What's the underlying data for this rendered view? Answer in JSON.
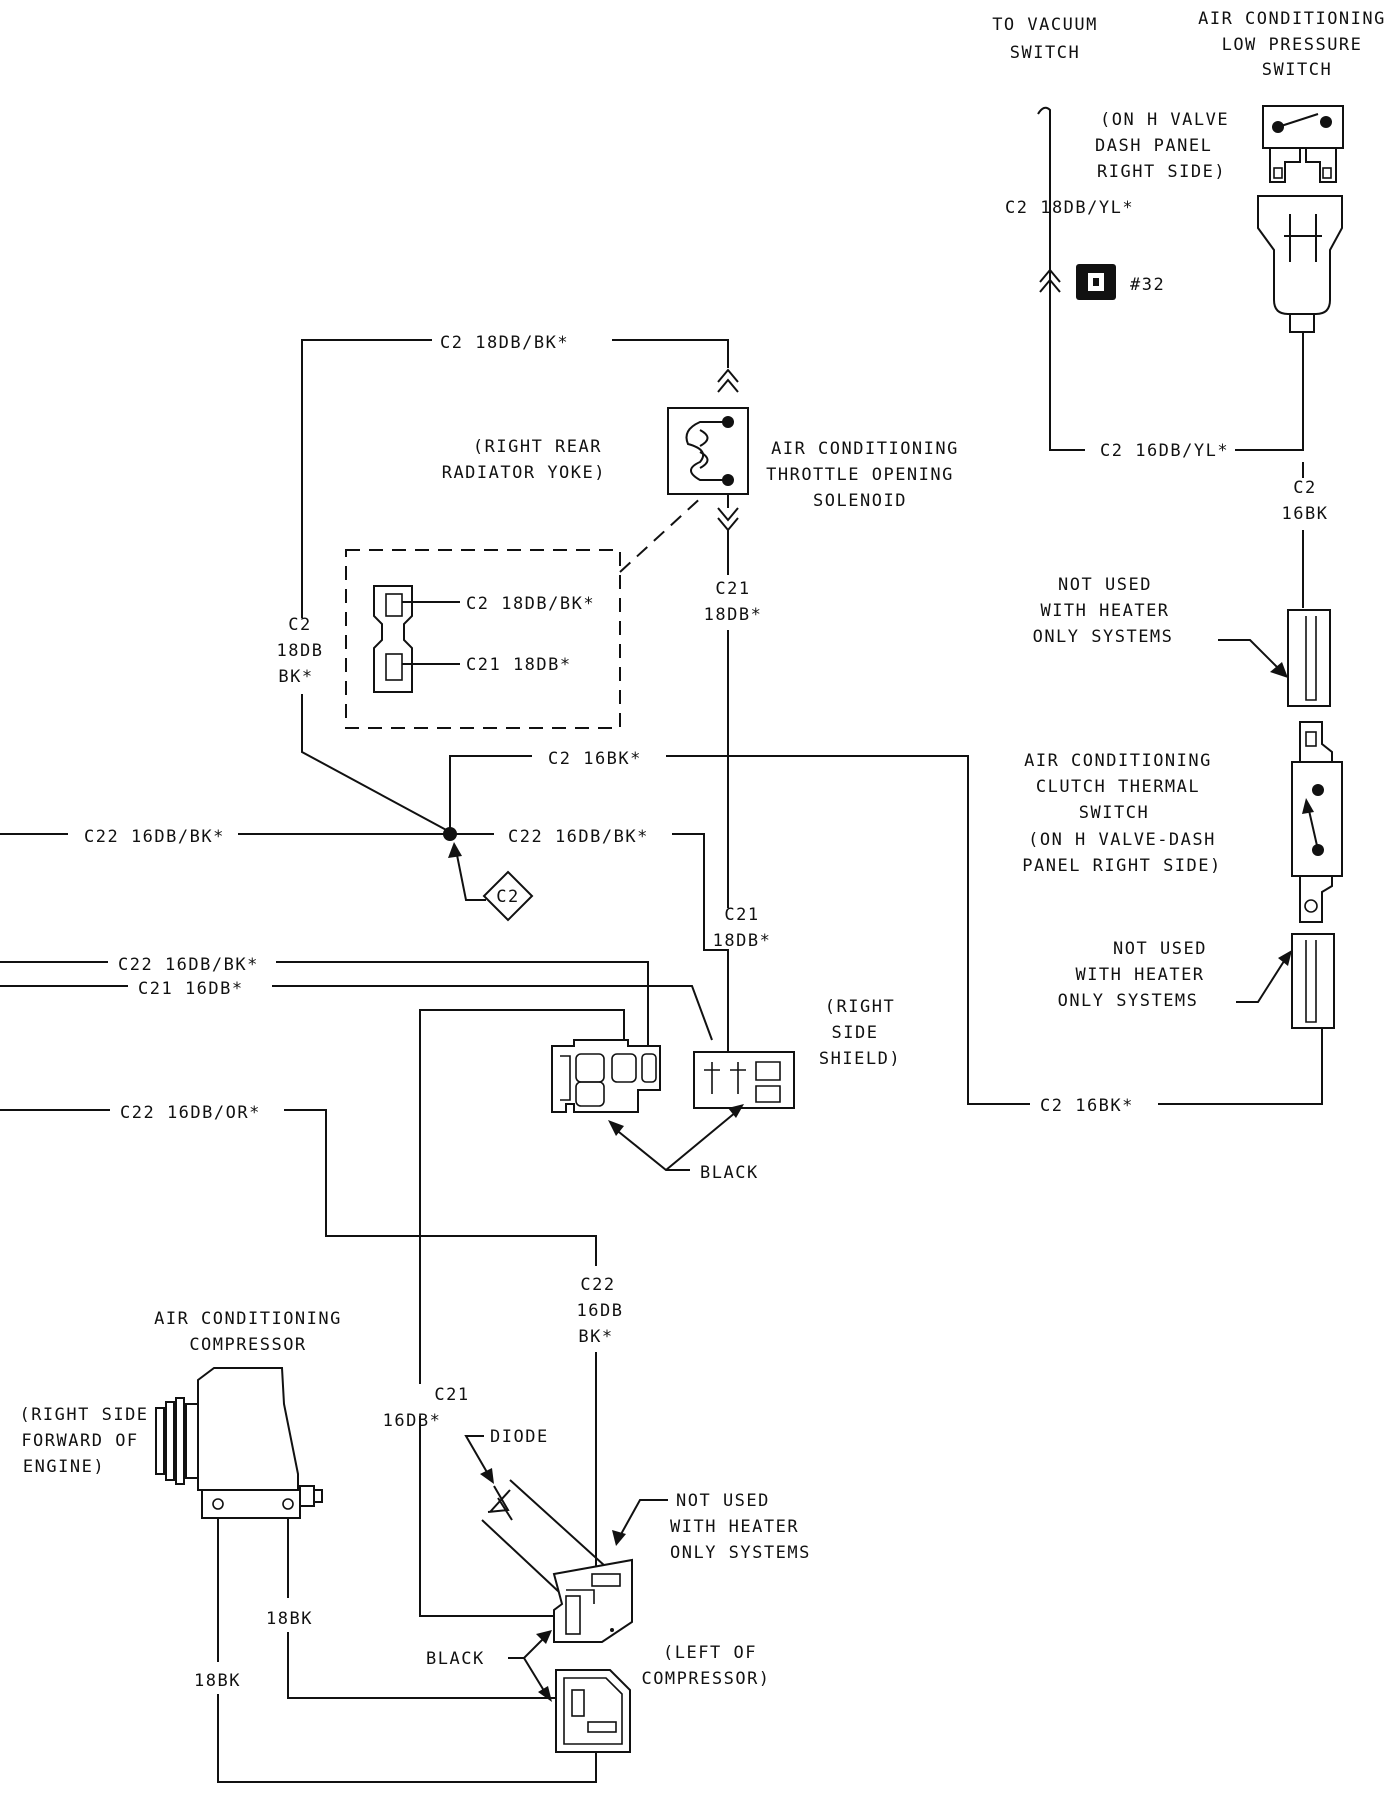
{
  "labels": {
    "to_vacuum_switch": [
      "TO VACUUM",
      "SWITCH"
    ],
    "ac_low_pressure_switch": [
      "AIR CONDITIONING",
      "LOW PRESSURE",
      "SWITCH"
    ],
    "low_pressure_location": [
      "(ON H VALVE",
      "DASH PANEL",
      "RIGHT SIDE)"
    ],
    "splice_ref": "#32",
    "wire_c2_18db_yl": "C2 18DB/YL*",
    "wire_c2_16db_yl": "C2  16DB/YL*",
    "wire_c2_16bk_right": [
      "C2",
      "16BK"
    ],
    "wire_c2_18db_bk_top": "C2 18DB/BK*",
    "throttle_location": [
      "(RIGHT REAR",
      "RADIATOR YOKE)"
    ],
    "throttle_solenoid": [
      "AIR CONDITIONING",
      "THROTTLE OPENING",
      "SOLENOID"
    ],
    "connector_pin1": "C2 18DB/BK*",
    "connector_pin2": "C21 18DB*",
    "wire_c21_18db_a": [
      "C21",
      "18DB*"
    ],
    "wire_c2_18db_bk_vert": [
      "C2",
      "18DB",
      "BK*"
    ],
    "not_used_1": [
      "NOT USED",
      "WITH HEATER",
      "ONLY SYSTEMS"
    ],
    "clutch_thermal_switch": [
      "AIR CONDITIONING",
      "CLUTCH THERMAL",
      "SWITCH",
      "(ON H VALVE-DASH",
      "PANEL RIGHT SIDE)"
    ],
    "not_used_2": [
      "NOT USED",
      "WITH HEATER",
      "ONLY SYSTEMS"
    ],
    "wire_c2_16bk_mid": "C2 16BK*",
    "wire_c22_16db_bk_left": "C22 16DB/BK*",
    "wire_c22_16db_bk_mid": "C22 16DB/BK*",
    "splice_c2": "C2",
    "wire_c21_18db_b": [
      "C21",
      "18DB*"
    ],
    "wire_c22_16db_bk_low": "C22 16DB/BK*",
    "wire_c21_16db_low": "C21 16DB*",
    "right_side_shield": [
      "(RIGHT",
      "SIDE",
      "SHIELD)"
    ],
    "wire_c2_16bk_bottom": "C2 16BK*",
    "black_1": "BLACK",
    "wire_c22_16db_or": "C22 16DB/OR*",
    "wire_c22_16db_bk_vert": [
      "C22",
      "16DB",
      "BK*"
    ],
    "ac_compressor": [
      "AIR CONDITIONING",
      "COMPRESSOR"
    ],
    "compressor_location": [
      "(RIGHT SIDE",
      "FORWARD OF",
      "ENGINE)"
    ],
    "wire_c21_16db_vert": [
      "C21",
      "16DB*"
    ],
    "diode": "DIODE",
    "not_used_3": [
      "NOT USED",
      "WITH HEATER",
      "ONLY SYSTEMS"
    ],
    "wire_18bk_a": "18BK",
    "black_2": "BLACK",
    "left_of_compressor": [
      "(LEFT OF",
      "COMPRESSOR)"
    ],
    "wire_18bk_b": "18BK"
  }
}
